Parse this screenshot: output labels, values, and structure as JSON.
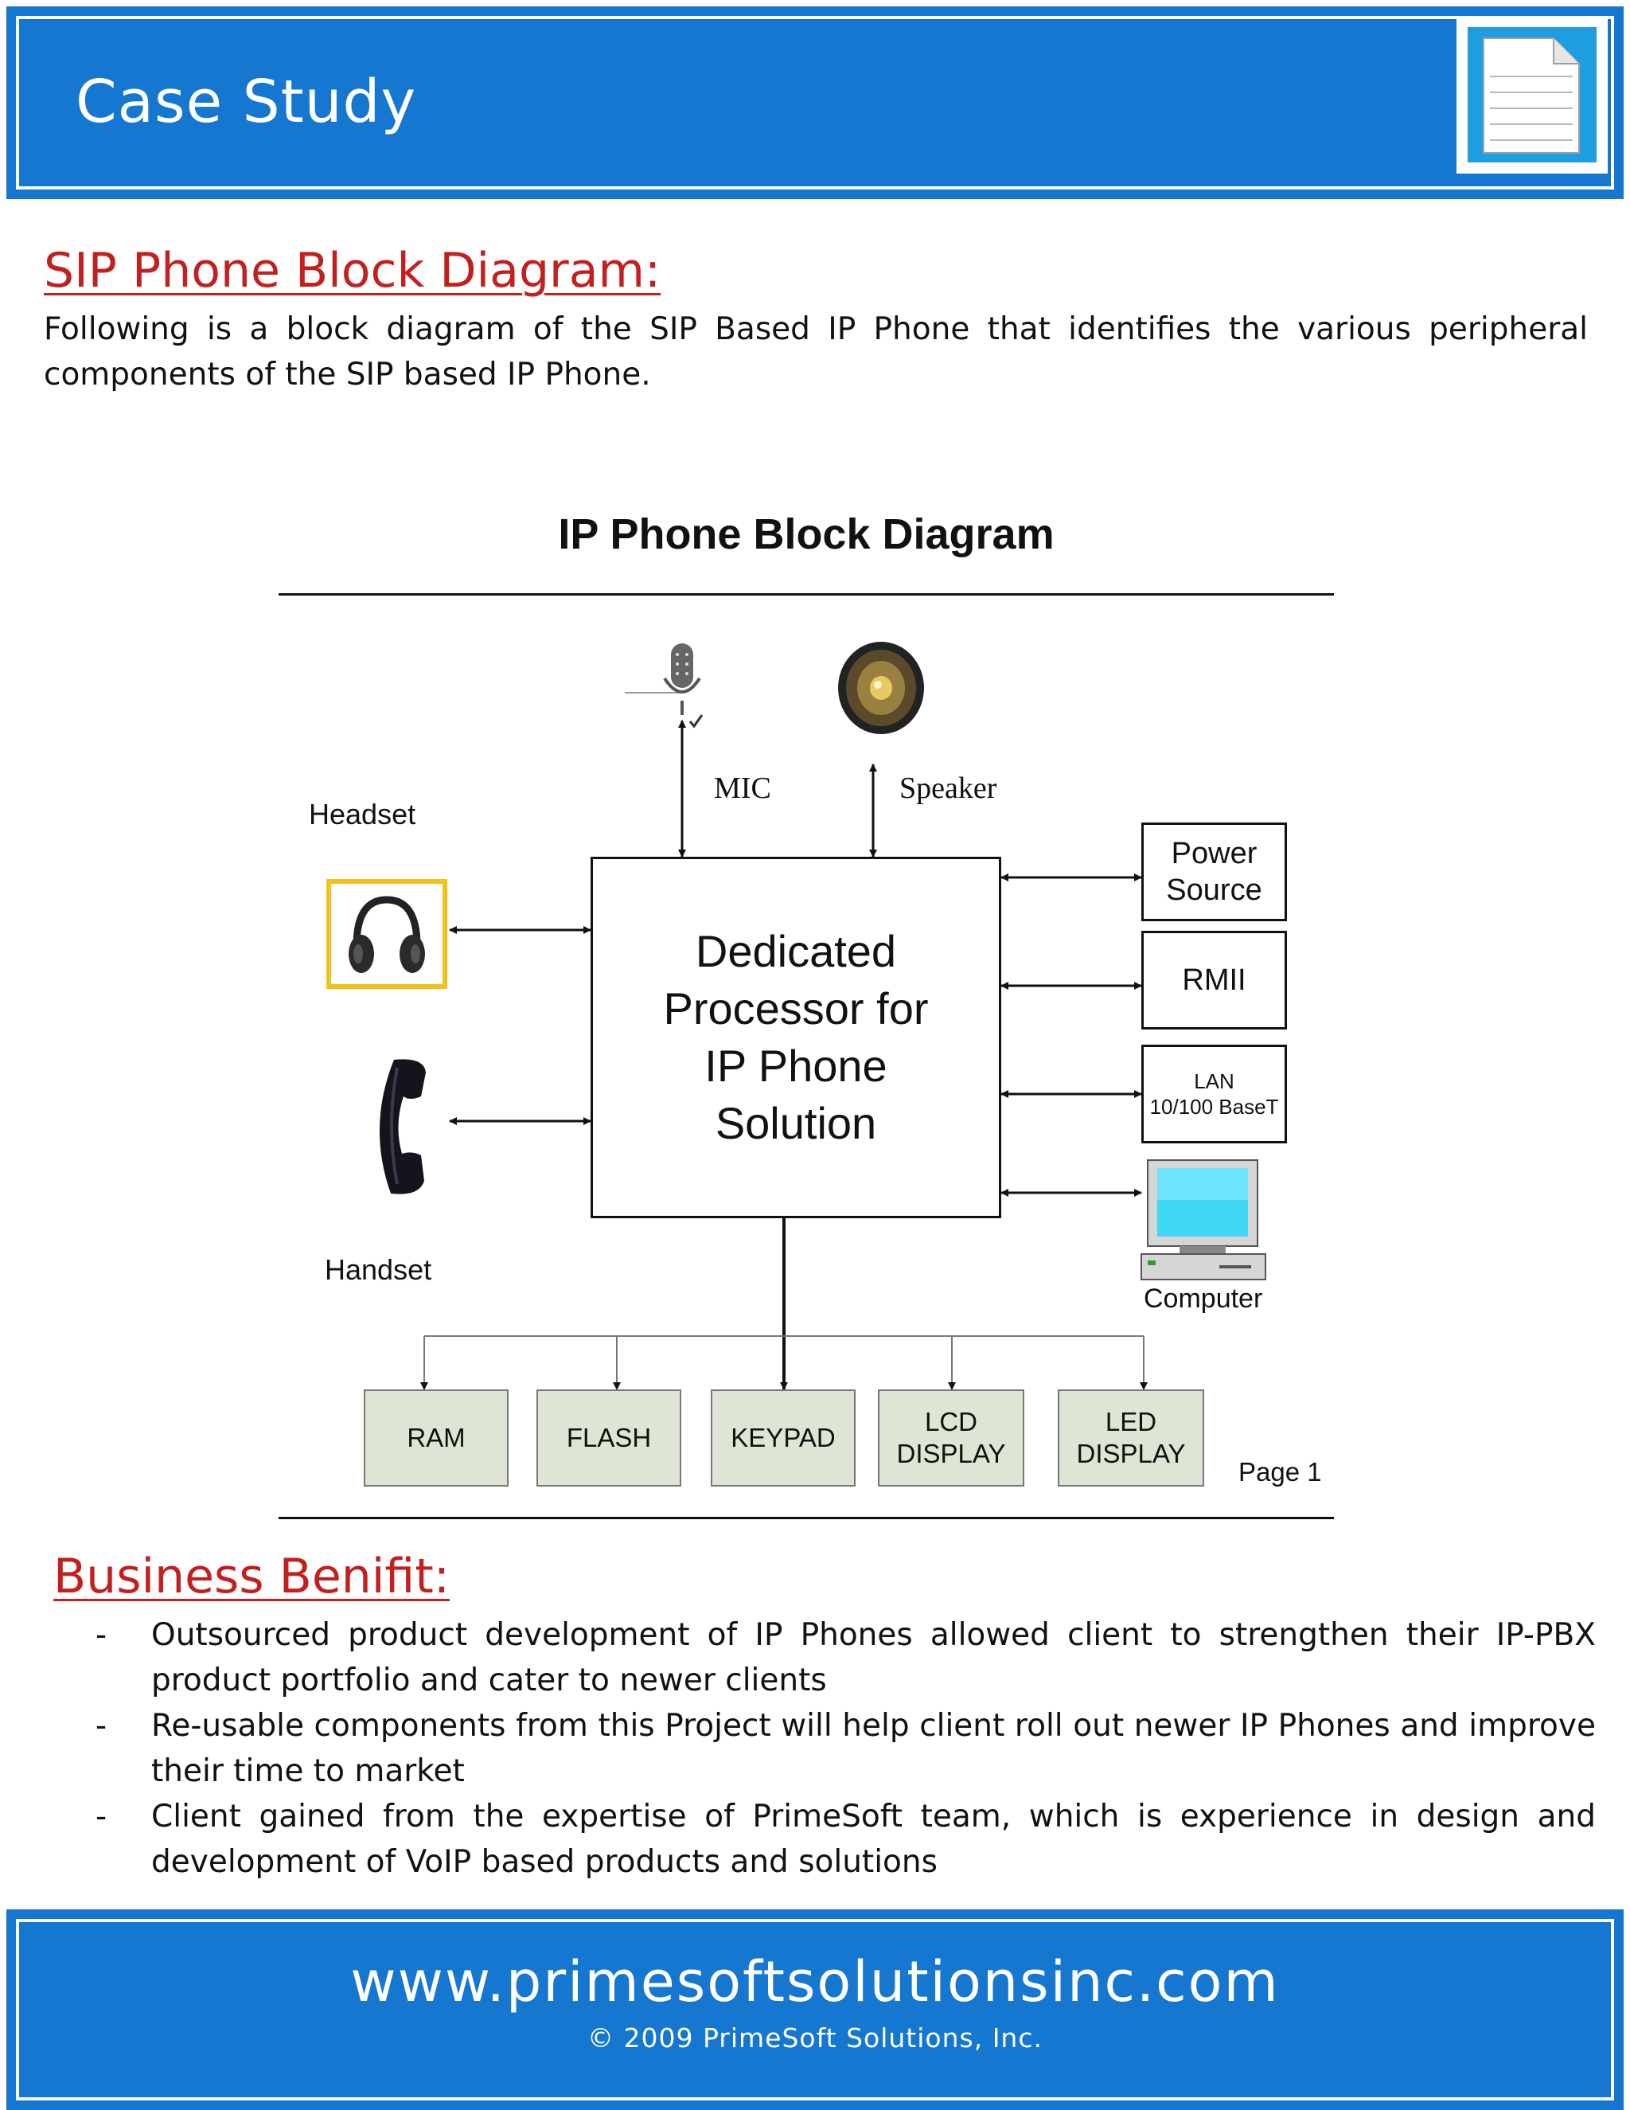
{
  "header": {
    "title": "Case Study",
    "icon": "document-icon"
  },
  "section1": {
    "title": "SIP Phone Block Diagram:",
    "text": "Following is a block diagram of the SIP Based IP Phone that identifies the various peripheral components of the SIP based IP Phone."
  },
  "diagram": {
    "title": "IP Phone Block Diagram",
    "processor": [
      "Dedicated",
      "Processor for",
      "IP Phone",
      "Solution"
    ],
    "mic_label": "MIC",
    "speaker_label": "Speaker",
    "headset_label": "Headset",
    "handset_label": "Handset",
    "power_source": [
      "Power",
      "Source"
    ],
    "rmii": "RMII",
    "lan": [
      "LAN",
      "10/100 BaseT"
    ],
    "computer_label": "Computer",
    "memory": {
      "ram": "RAM",
      "flash": "FLASH",
      "keypad": "KEYPAD",
      "lcd": [
        "LCD",
        "DISPLAY"
      ],
      "led": [
        "LED",
        "DISPLAY"
      ]
    },
    "page_label": "Page 1"
  },
  "section2": {
    "title": "Business Benifit:",
    "bullets": [
      "Outsourced product development of IP Phones allowed client to strengthen their IP-PBX product portfolio and cater to newer clients",
      "Re-usable components from this Project will help client roll out newer IP Phones and improve their time to market",
      "Client gained from the expertise of PrimeSoft team, which is experience in design and development of VoIP based products and solutions"
    ],
    "bullet_marker": "-"
  },
  "footer": {
    "url": "www.primesoftsolutionsinc.com",
    "copyright": "© 2009 PrimeSoft Solutions, Inc."
  },
  "colors": {
    "banner": "#1577cf",
    "heading": "#c41f1f",
    "memory_box": "#dfe5d4"
  }
}
